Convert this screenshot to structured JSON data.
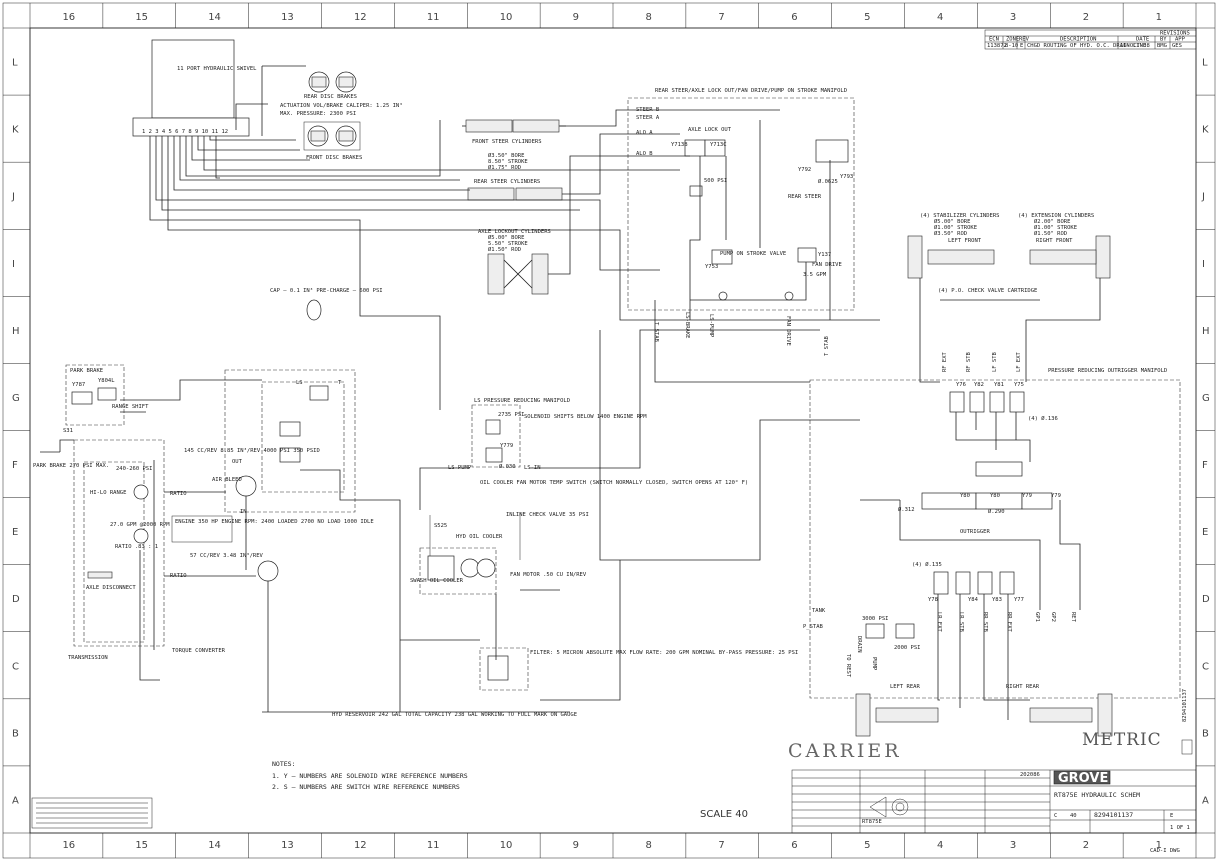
{
  "border": {
    "zone_columns": [
      "16",
      "15",
      "14",
      "13",
      "12",
      "11",
      "10",
      "9",
      "8",
      "7",
      "6",
      "5",
      "4",
      "3",
      "2",
      "1"
    ],
    "zone_rows": [
      "L",
      "K",
      "J",
      "I",
      "H",
      "G",
      "F",
      "E",
      "D",
      "C",
      "B",
      "A"
    ]
  },
  "revisions": {
    "title": "REVISIONS",
    "headers": [
      "ECN",
      "ZONE",
      "REV",
      "DESCRIPTION",
      "DATE",
      "BY",
      "APP"
    ],
    "row": [
      "113872",
      "8-10",
      "E",
      "CHGD ROUTING OF HYD. O.C. DRAIN LINE",
      "16-OCT-08",
      "BMG",
      "GES"
    ]
  },
  "labels": {
    "swivel": "11 PORT HYDRAULIC SWIVEL",
    "swivel_ports": "1 2 3 4 5 6 7 8 9 10 11 12",
    "rear_disc_brakes": "REAR DISC BRAKES",
    "actuation_vol": "ACTUATION VOL/BRAKE CALIPER: 1.25 IN³",
    "max_pressure": "MAX. PRESSURE: 2300 PSI",
    "front_disc_brakes": "FRONT DISC BRAKES",
    "front_steer_cyl": "FRONT STEER CYLINDERS",
    "steer_bore": "Ø3.50\" BORE",
    "steer_stroke": "8.50\" STROKE",
    "steer_rod": "Ø1.75\" ROD",
    "rear_steer_cyl": "REAR STEER CYLINDERS",
    "axle_lockout_cyl": "AXLE LOCKOUT CYLINDERS",
    "lock_bore": "Ø5.00\" BORE",
    "lock_stroke": "5.50\" STROKE",
    "lock_rod": "Ø1.50\" ROD",
    "manifold_title": "REAR STEER/AXLE LOCK OUT/FAN DRIVE/PUMP ON STROKE MANIFOLD",
    "steer_b": "STEER B",
    "steer_a": "STEER A",
    "alo_a": "ALO A",
    "alo_b": "ALO B",
    "axle_lock_out": "AXLE LOCK OUT",
    "y713b": "Y713B",
    "y713c": "Y713C",
    "psi500": "500 PSI",
    "y792": "Y792",
    "y793": "Y793",
    "orifice_0625": "Ø.0625",
    "rear_steer": "REAR STEER",
    "pump_on_stroke": "PUMP ON STROKE VALVE",
    "y753": "Y753",
    "y137": "Y137",
    "fan_drive": "FAN DRIVE",
    "gpm35": "3.5 GPM",
    "t_stab": "T STAB",
    "ls_brake": "LS-BRAKE",
    "ls_pump": "LS-PUMP",
    "fan_drive_v": "FAN DRIVE",
    "stab_cyl": "(4) STABILIZER CYLINDERS",
    "stab_bore": "Ø5.00\" BORE",
    "stab_stroke": "Ø1.00\" STROKE",
    "stab_rod": "Ø3.50\" ROD",
    "ext_cyl": "(4) EXTENSION CYLINDERS",
    "ext_bore": "Ø2.00\" BORE",
    "ext_stroke": "Ø1.00\" STROKE",
    "ext_rod": "Ø1.50\" ROD",
    "left_front": "LEFT FRONT",
    "right_front": "RIGHT FRONT",
    "po_check": "(4) P.O. CHECK VALVE CARTRIDGE",
    "accum": "CAP – 0.1 IN³  PRE-CHARGE – 600 PSI",
    "park_brake": "PARK BRAKE",
    "y787": "Y787",
    "y804l": "Y804L",
    "range_shift": "RANGE SHIFT",
    "s31": "S31",
    "park_brake_max": "PARK BRAKE 270 PSI MAX.",
    "hi_lo_range": "HI-LO RANGE",
    "ratio": "RATIO",
    "psi240": "240-260 PSI",
    "gpm27": "27.0 GPM @2000 RPM",
    "ratio_83": "RATIO .83 : 1",
    "axle_disconnect": "AXLE DISCONNECT",
    "transmission": "TRANSMISSION",
    "torque_converter": "TORQUE CONVERTER",
    "pump_spec": "145 CC/REV 8.85 IN³/REV 4000 PSI 350 PSID",
    "engine_spec": "ENGINE 350 HP  ENGINE RPM: 2400 LOADED 2700 NO LOAD 1000 IDLE",
    "air_bleed": "AIR BLEED",
    "out": "OUT",
    "in": "IN",
    "pump57": "57 CC/REV 3.48 IN³/REV",
    "ls": "LS",
    "t": "T",
    "ls_reducing": "LS PRESSURE REDUCING MANIFOLD",
    "psi2735": "2735 PSI",
    "y779": "Y779",
    "sol_shifts": "SOLENOID SHIFTS BELOW 1400 ENGINE RPM",
    "orifice_030": "Ø.030",
    "ls_pump_h": "LS-PUMP",
    "ls_in": "LS-IN",
    "oil_cooler_switch": "OIL COOLER FAN MOTOR TEMP SWITCH (SWITCH NORMALLY CLOSED, SWITCH OPENS AT 120° F)",
    "s525": "S525",
    "inline_check": "INLINE CHECK VALVE 35 PSI",
    "hyd_oil_cooler": "HYD OIL COOLER",
    "swash_oil_cooler": "SWASH OIL COOLER",
    "fan_motor": "FAN MOTOR .50 CU IN/REV",
    "filter": "FILTER: 5 MICRON ABSOLUTE  MAX FLOW RATE: 200 GPM NOMINAL  BY-PASS PRESSURE: 25 PSI",
    "reservoir": "HYD RESERVOIR 242 GAL TOTAL CAPACITY  238 GAL WORKING TO FULL MARK ON GAUGE",
    "pressure_red_out": "PRESSURE REDUCING OUTRIGGER MANIFOLD",
    "rf_ext": "RF EXT",
    "rf_stb": "RF STB",
    "lf_stb": "LF STB",
    "lf_ext": "LF EXT",
    "y76": "Y76",
    "y82": "Y82",
    "y81": "Y81",
    "y75": "Y75",
    "orifice_136": "(4) Ø.136",
    "y80": "Y80",
    "y79": "Y79",
    "orifice_312": "Ø.312",
    "orifice_290": "Ø.290",
    "outrigger": "OUTRIGGER",
    "orifice_135": "(4) Ø.135",
    "y78": "Y78",
    "y84": "Y84",
    "y83": "Y83",
    "y77": "Y77",
    "lr_ext": "LR EXT",
    "lr_stb": "LR STB",
    "rr_stb": "RR STB",
    "rr_ext": "RR EXT",
    "gp1": "GP1",
    "gp2": "GP2",
    "ret": "RET",
    "tank": "TANK",
    "p_stab": "P_STAB",
    "drain": "DRAIN",
    "pump": "PUMP",
    "to_rest": "TO REST",
    "psi3000": "3000 PSI",
    "psi2000": "2000 PSI",
    "left_rear": "LEFT REAR",
    "right_rear": "RIGHT REAR",
    "carrier": "CARRIER",
    "metric": "METRIC",
    "scale": "SCALE 40",
    "notes_title": "NOTES:",
    "note1": "1.  Y – NUMBERS ARE SOLENOID WIRE REFERENCE NUMBERS",
    "note2": "2.  S – NUMBERS ARE SWITCH WIRE REFERENCE NUMBERS",
    "side_number": "8294101137",
    "cad": "CAD-I  DWG"
  },
  "title_block": {
    "company": "GROVE",
    "title": "RT875E HYDRAULIC SCHEM",
    "dwg_number": "8294101137",
    "size": "C",
    "cage_code": "40",
    "rev": "E",
    "model": "RT875E",
    "part_no": "202086",
    "sheet": "1 OF 1"
  }
}
